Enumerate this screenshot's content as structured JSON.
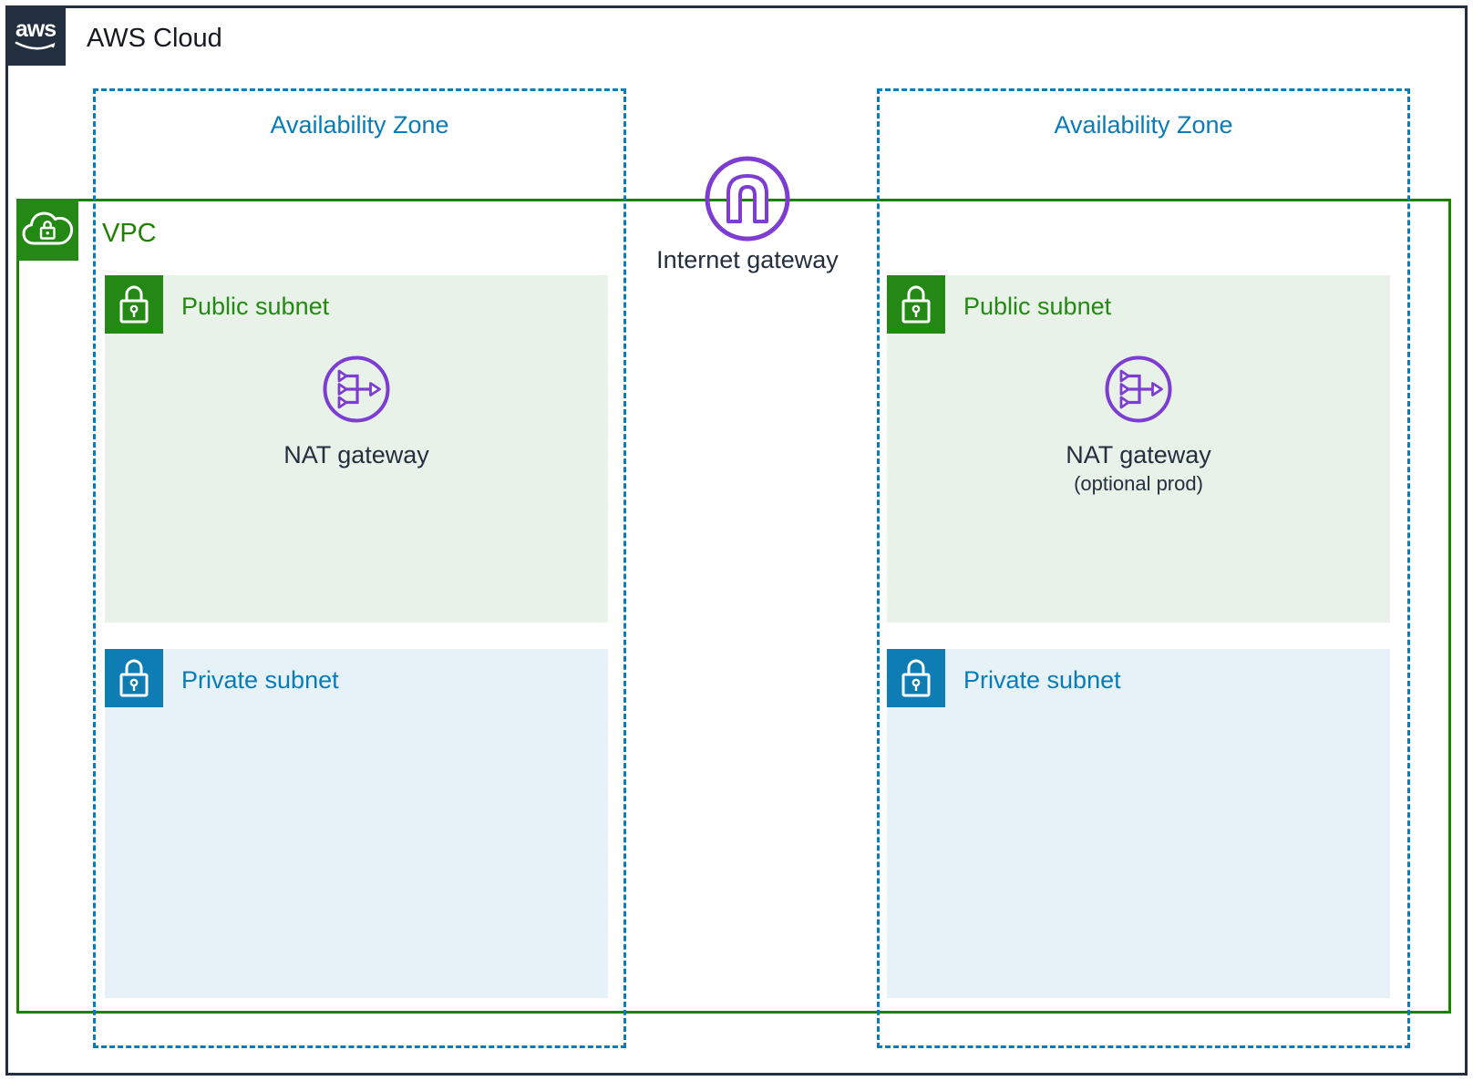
{
  "app": {
    "logo": "aws",
    "title": "AWS Cloud"
  },
  "vpc": {
    "label": "VPC"
  },
  "internet_gateway": {
    "label": "Internet gateway"
  },
  "zones": [
    {
      "label": "Availability Zone",
      "public_subnet": {
        "label": "Public subnet",
        "nat_gateway": {
          "label": "NAT gateway"
        }
      },
      "private_subnet": {
        "label": "Private subnet"
      }
    },
    {
      "label": "Availability Zone",
      "public_subnet": {
        "label": "Public subnet",
        "nat_gateway": {
          "label": "NAT gateway",
          "sublabel": "(optional prod)"
        }
      },
      "private_subnet": {
        "label": "Private subnet"
      }
    }
  ],
  "colors": {
    "aws_dark": "#232F3E",
    "vpc_green": "#1E8200",
    "subnet_green_icon": "#248814",
    "subnet_green_bg": "#E8F2E8",
    "az_blue": "#077CB8",
    "subnet_blue_icon": "#0E7DB3",
    "subnet_blue_bg": "#E6F1F8",
    "gateway_purple": "#7D3CD2"
  }
}
